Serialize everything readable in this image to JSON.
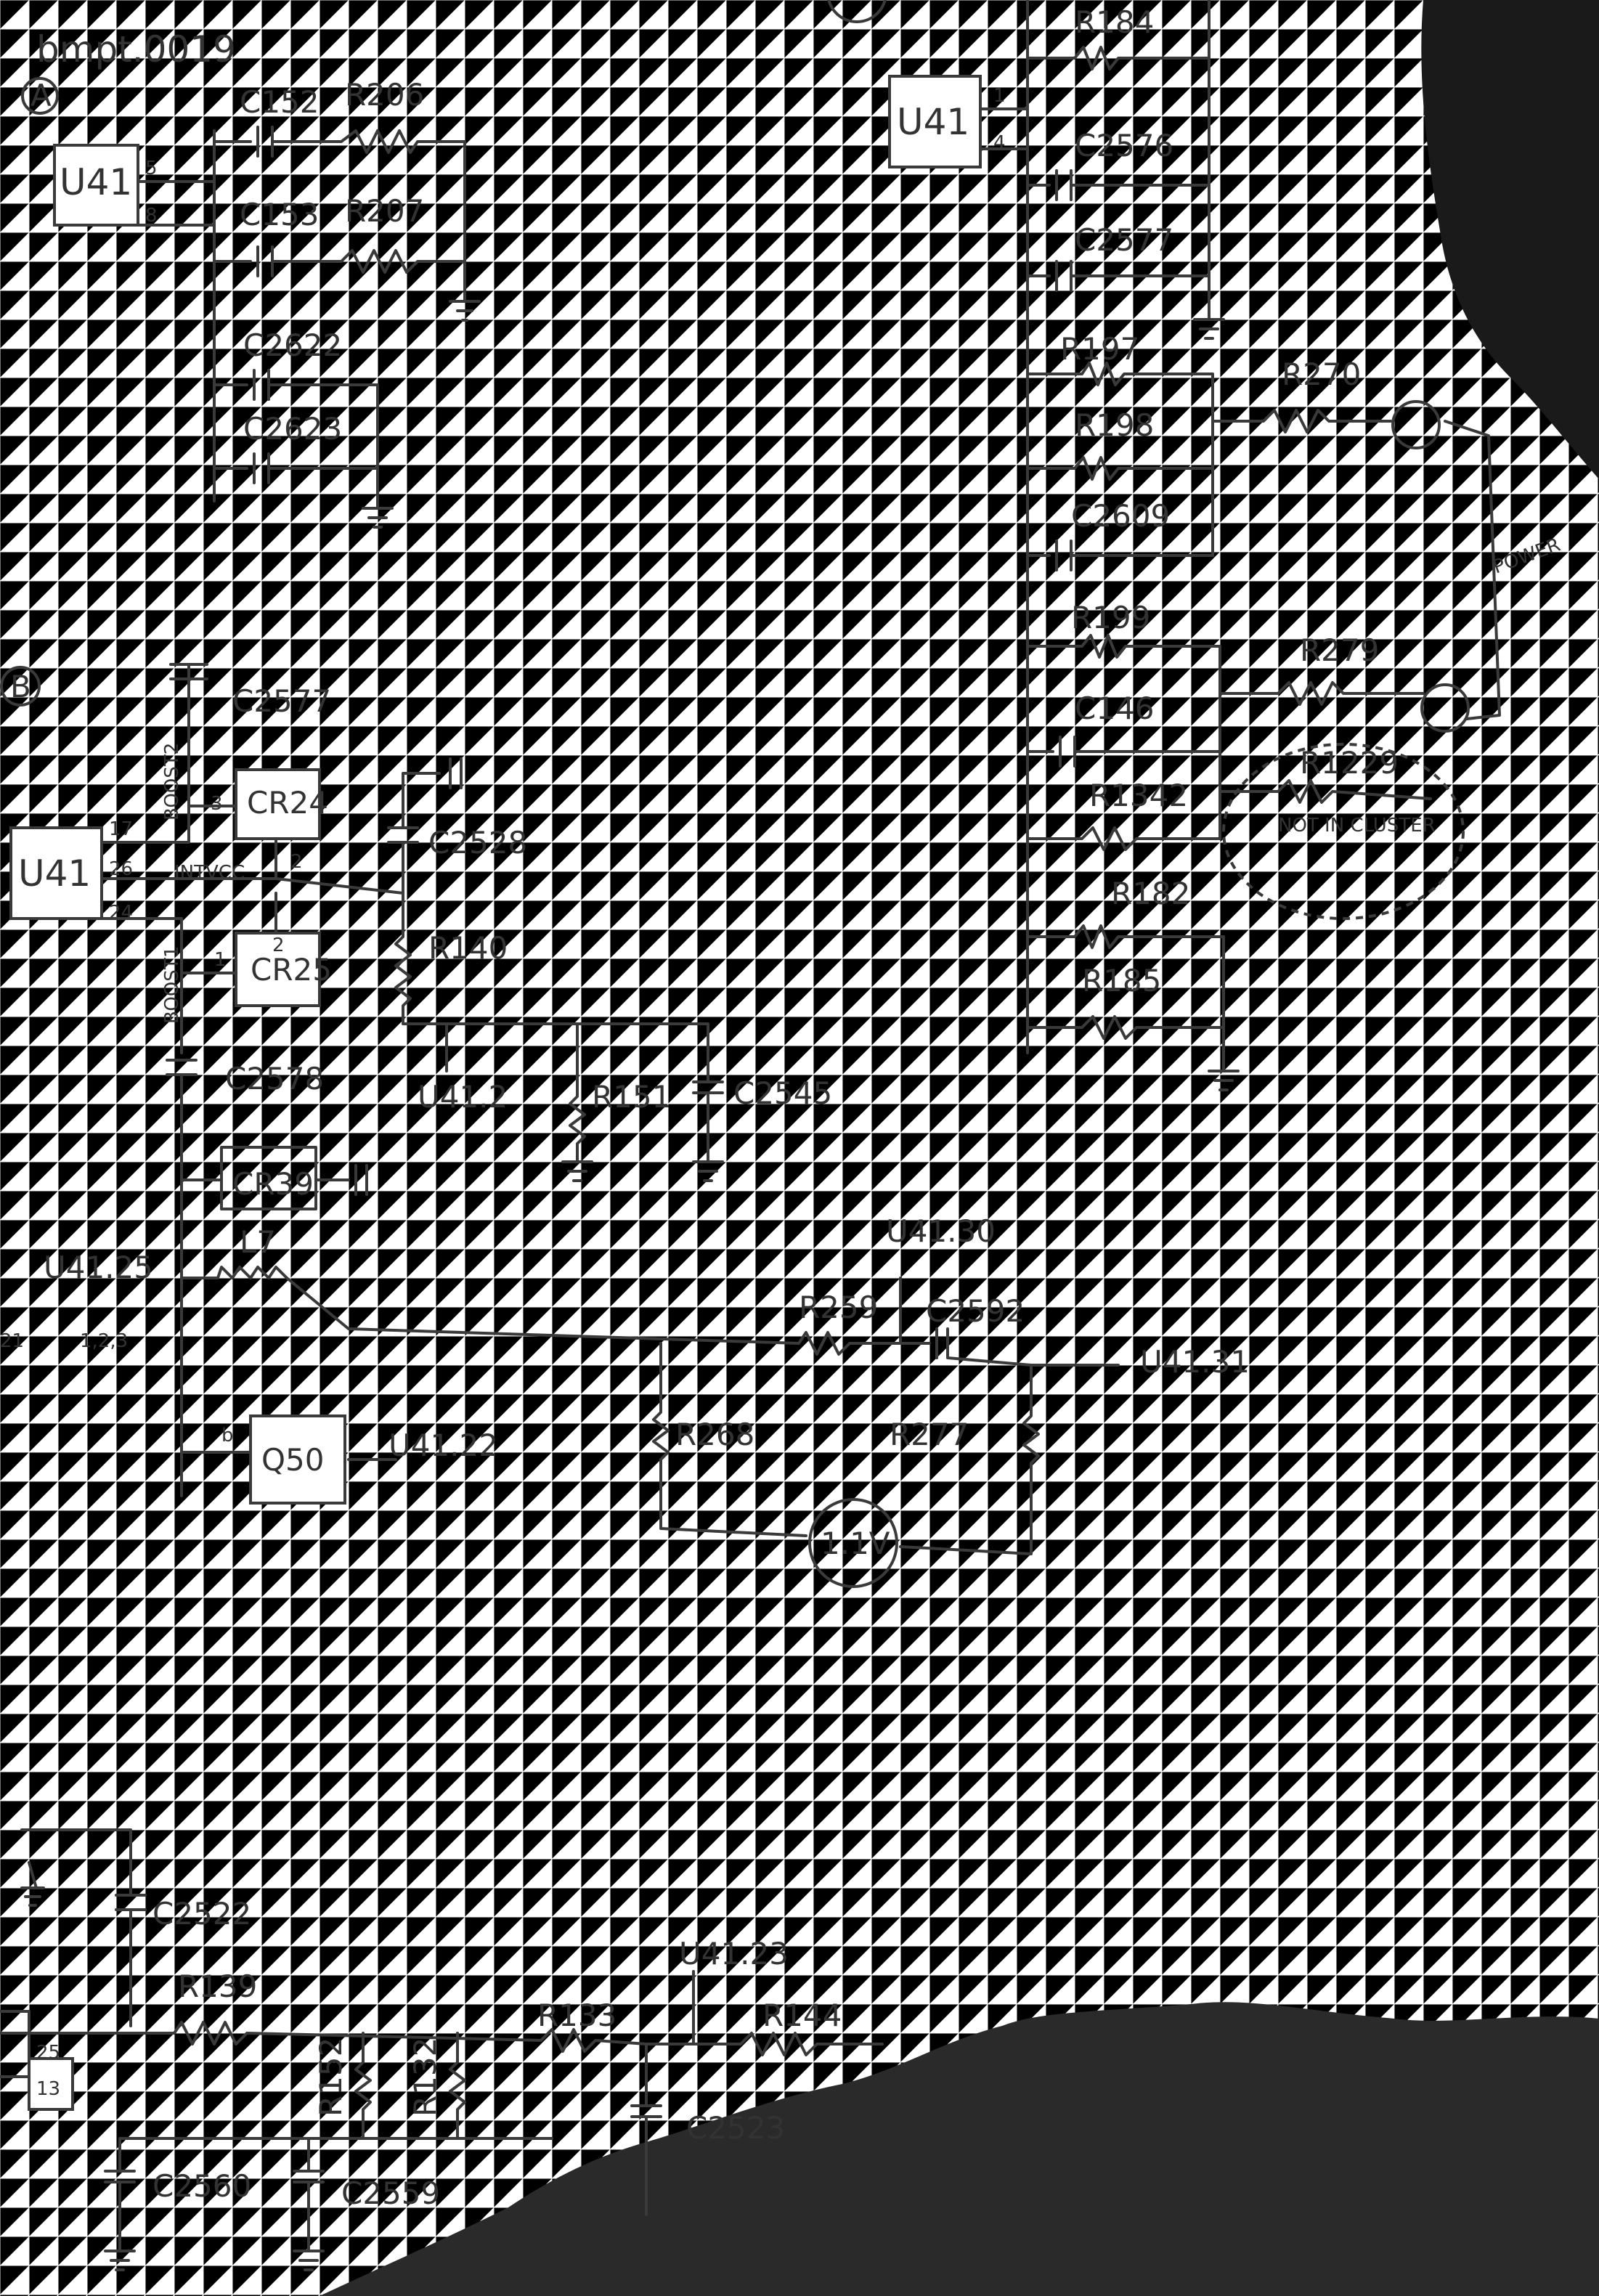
{
  "page_ref": "bmpt.0019",
  "sections": {
    "a": "A",
    "b": "B"
  },
  "section_a": {
    "chip": "U41",
    "pins": [
      "5",
      "8"
    ],
    "components": [
      "C152",
      "R206",
      "C153",
      "R207",
      "C2622",
      "C2623"
    ]
  },
  "section_right": {
    "chip": "U41",
    "pins": [
      "1",
      "4"
    ],
    "components": [
      "R184",
      "C2576",
      "C2577",
      "R197",
      "R198",
      "R270",
      "C2609",
      "R199",
      "C146",
      "R279",
      "R1342",
      "R1229",
      "R182",
      "R185"
    ],
    "note": "NOT IN CLUSTER",
    "power_label": "POWER"
  },
  "section_b": {
    "chip": "U41",
    "pins": [
      "17",
      "26",
      "24",
      "3",
      "2",
      "1",
      "2"
    ],
    "nets": [
      "BOOST2",
      "INTVCC",
      "BOOST1"
    ],
    "components": [
      "C2577",
      "CR24",
      "CR25",
      "C2528",
      "R140",
      "C2578",
      "R151",
      "C2545",
      "CR39",
      "L7",
      "Q50",
      "R259",
      "C2592",
      "R268",
      "R277",
      "U41.30",
      "U41.31",
      "U41.25",
      "U41.2",
      "U41.22"
    ],
    "left_edge": [
      "21",
      "1,2,3"
    ],
    "test_point": "1.1V",
    "pin_b": "b"
  },
  "section_bottom": {
    "components": [
      "C2522",
      "R139",
      "R133",
      "U41.23",
      "R144",
      "R152",
      "R132",
      "C2523",
      "C2560",
      "C2559"
    ],
    "pins": [
      "25",
      "13"
    ]
  },
  "colors": {
    "ink": "#3a3a3a",
    "paper": "#ffffff",
    "shadow": "#1a1a1a"
  }
}
